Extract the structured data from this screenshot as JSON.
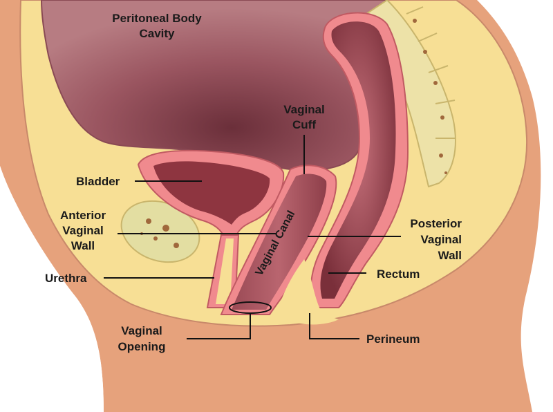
{
  "labels": {
    "peritoneal_1": "Peritoneal Body",
    "peritoneal_2": "Cavity",
    "cuff_1": "Vaginal",
    "cuff_2": "Cuff",
    "bladder": "Bladder",
    "anterior_1": "Anterior",
    "anterior_2": "Vaginal",
    "anterior_3": "Wall",
    "urethra": "Urethra",
    "canal": "Vaginal Canal",
    "posterior_1": "Posterior",
    "posterior_2": "Vaginal",
    "posterior_3": "Wall",
    "rectum": "Rectum",
    "opening_1": "Vaginal",
    "opening_2": "Opening",
    "perineum": "Perineum"
  },
  "colors": {
    "skin": "#e6a27c",
    "fat": "#f7df95",
    "cavity": "#a8616b",
    "cavity_dark": "#6b2f3a",
    "organ_wall": "#f08a8e",
    "organ_inner": "#8e3540",
    "bone": "#ede2a8",
    "bone_dot": "#a0683c"
  }
}
